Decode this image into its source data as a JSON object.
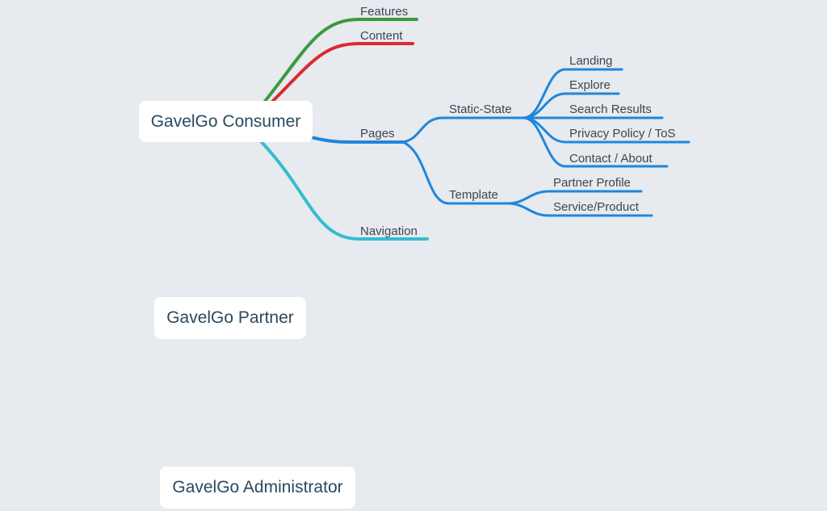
{
  "colors": {
    "background": "#e7eaee",
    "features": "#3a9a3f",
    "content": "#e0282e",
    "pages": "#1f86dc",
    "navigation": "#35bdd0"
  },
  "roots": [
    {
      "label": "GavelGo Consumer"
    },
    {
      "label": "GavelGo Partner"
    },
    {
      "label": "GavelGo Administrator"
    }
  ],
  "branches": {
    "features": "Features",
    "content": "Content",
    "pages": "Pages",
    "navigation": "Navigation"
  },
  "pages": {
    "static_state": {
      "label": "Static-State",
      "children": [
        "Landing",
        "Explore",
        "Search Results",
        "Privacy Policy / ToS",
        "Contact / About"
      ]
    },
    "template": {
      "label": "Template",
      "children": [
        "Partner Profile",
        "Service/Product"
      ]
    }
  }
}
